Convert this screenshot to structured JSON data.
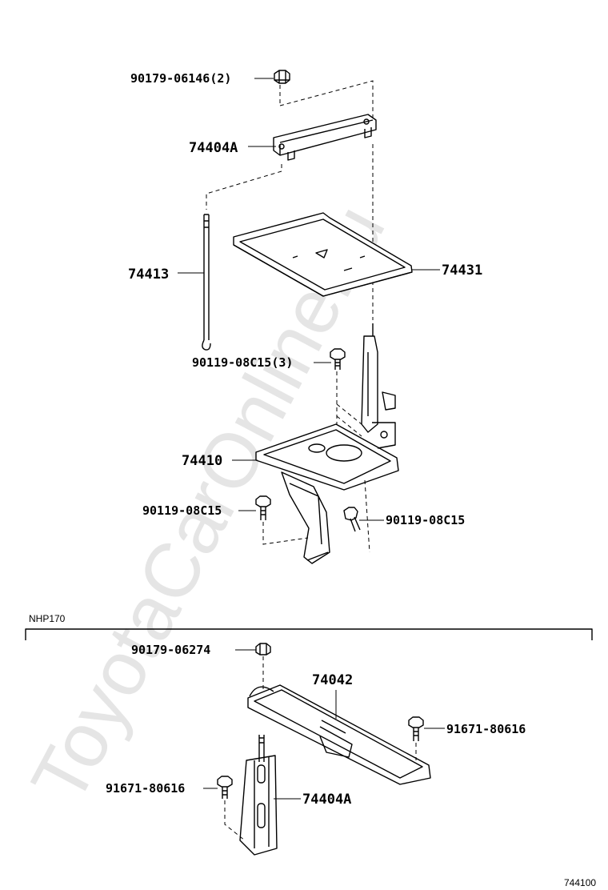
{
  "watermark": "ToyotaCarOnline.ru",
  "section_label": "NHP170",
  "diagram_code": "744100",
  "parts": {
    "p1": "90179-06146(2)",
    "p2": "74404A",
    "p3": "74413",
    "p4": "74431",
    "p5": "90119-08C15(3)",
    "p6": "74410",
    "p7": "90119-08C15",
    "p8": "90119-08C15",
    "p9": "90179-06274",
    "p10": "74042",
    "p11": "91671-80616",
    "p12": "91671-80616",
    "p13": "74404A"
  }
}
